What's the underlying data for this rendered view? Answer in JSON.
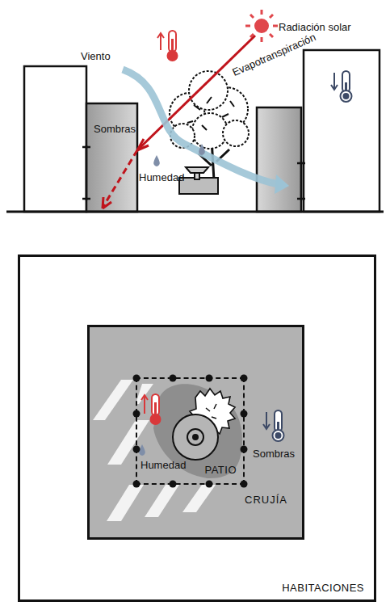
{
  "diagram": {
    "nodes": [
      {
        "text": [
          "HABITACIONES"
        ]
      },
      {
        "text": [
          "CRUJÍA"
        ],
        "in": 0
      },
      {
        "text": [
          "PATIO"
        ],
        "in": 1
      }
    ],
    "labels": [
      "Radiación solar",
      "Viento",
      "Evapotranspiración",
      "Sombras",
      "Humedad",
      "Humedad",
      "Sombras"
    ]
  }
}
